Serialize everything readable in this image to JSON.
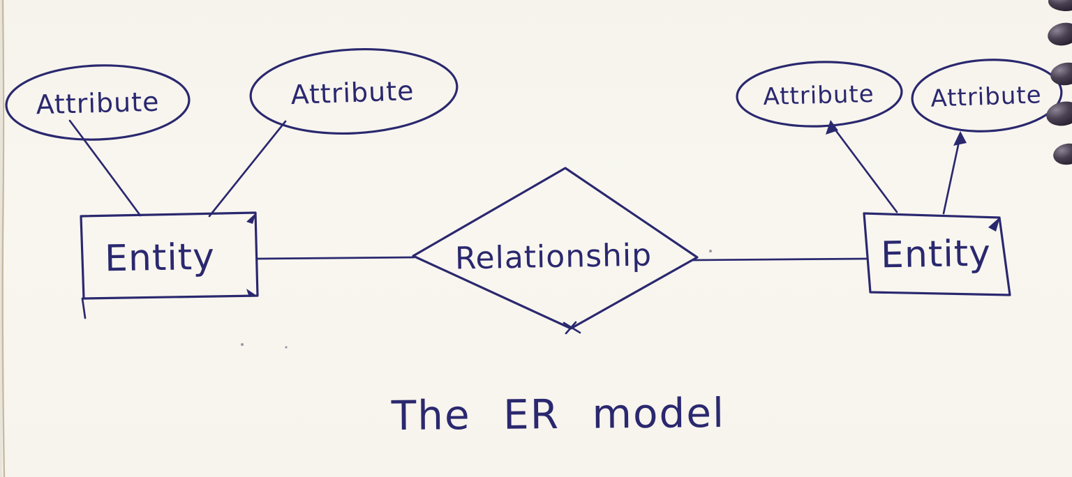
{
  "colors": {
    "ink": "#2a286e",
    "paper": "#f8f5ef",
    "paper_edge": "#c6b99f",
    "binding_dark": "#241c2c",
    "binding_light": "#8d8595"
  },
  "diagram": {
    "title": "The ER model",
    "relationship": {
      "label": "Relationship"
    },
    "entities": [
      {
        "label": "Entity",
        "position": "left"
      },
      {
        "label": "Entity",
        "position": "right"
      }
    ],
    "attributes": [
      {
        "label": "Attribute",
        "position": "left-outer"
      },
      {
        "label": "Attribute",
        "position": "left-inner"
      },
      {
        "label": "Attribute",
        "position": "right-inner"
      },
      {
        "label": "Attribute",
        "position": "right-outer"
      }
    ]
  }
}
